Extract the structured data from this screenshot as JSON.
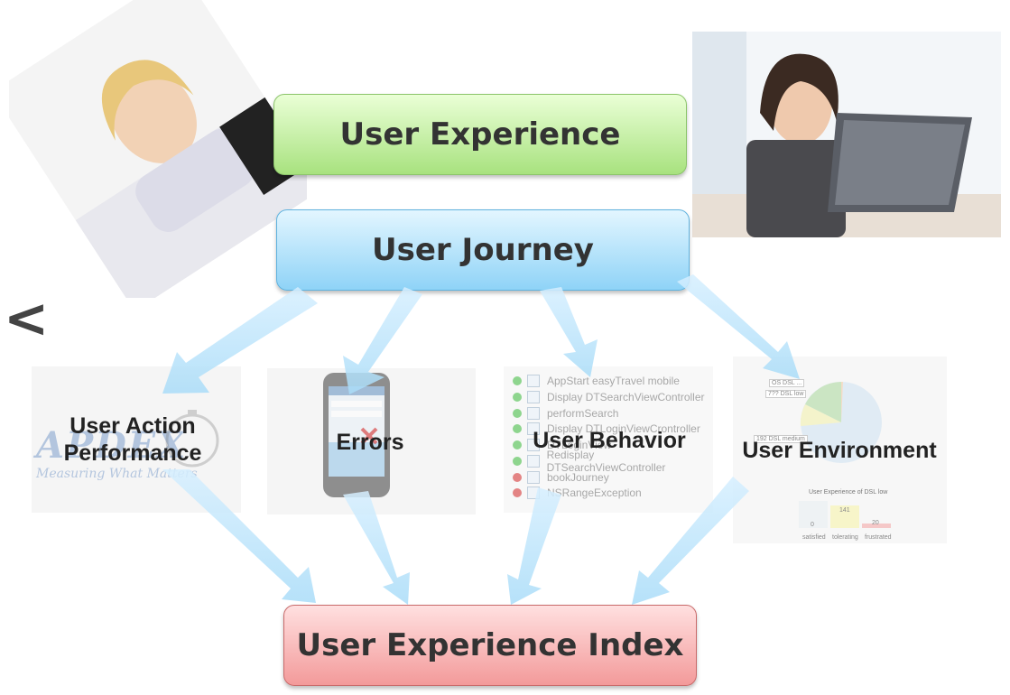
{
  "nodes": {
    "user_experience": "User Experience",
    "user_journey": "User Journey",
    "user_action_performance": "User Action Performance",
    "errors": "Errors",
    "user_behavior": "User Behavior",
    "user_environment": "User Environment",
    "user_experience_index": "User Experience Index"
  },
  "nav": {
    "back_glyph": "<"
  },
  "apdex": {
    "logo_text": "APDEX",
    "tagline": "Measuring What Matters"
  },
  "behavior_list": [
    {
      "status": "ok",
      "text": "AppStart easyTravel mobile"
    },
    {
      "status": "ok",
      "text": "Display DTSearchViewController"
    },
    {
      "status": "ok",
      "text": "performSearch"
    },
    {
      "status": "ok",
      "text": "Display DTLoginViewCrontroller"
    },
    {
      "status": "ok",
      "text": "DTLoginView"
    },
    {
      "status": "ok",
      "text": "Redisplay DTSearchViewController"
    },
    {
      "status": "error",
      "text": "bookJourney"
    },
    {
      "status": "error",
      "text": "NSRangeException"
    }
  ],
  "environment_chart": {
    "caption": "User Experience of DSL low",
    "bar_labels": [
      "satisfied",
      "tolerating",
      "frustrated"
    ],
    "bar_values": [
      "0",
      "141",
      "20"
    ],
    "pie_labels": [
      "OS DSL ... ",
      "7?? DSL low",
      "192 DSL medium"
    ]
  },
  "colors": {
    "ux_green": "#a8e27f",
    "journey_blue": "#8fd3f7",
    "index_red": "#f39a9a",
    "arrow": "#bfe6fb"
  }
}
